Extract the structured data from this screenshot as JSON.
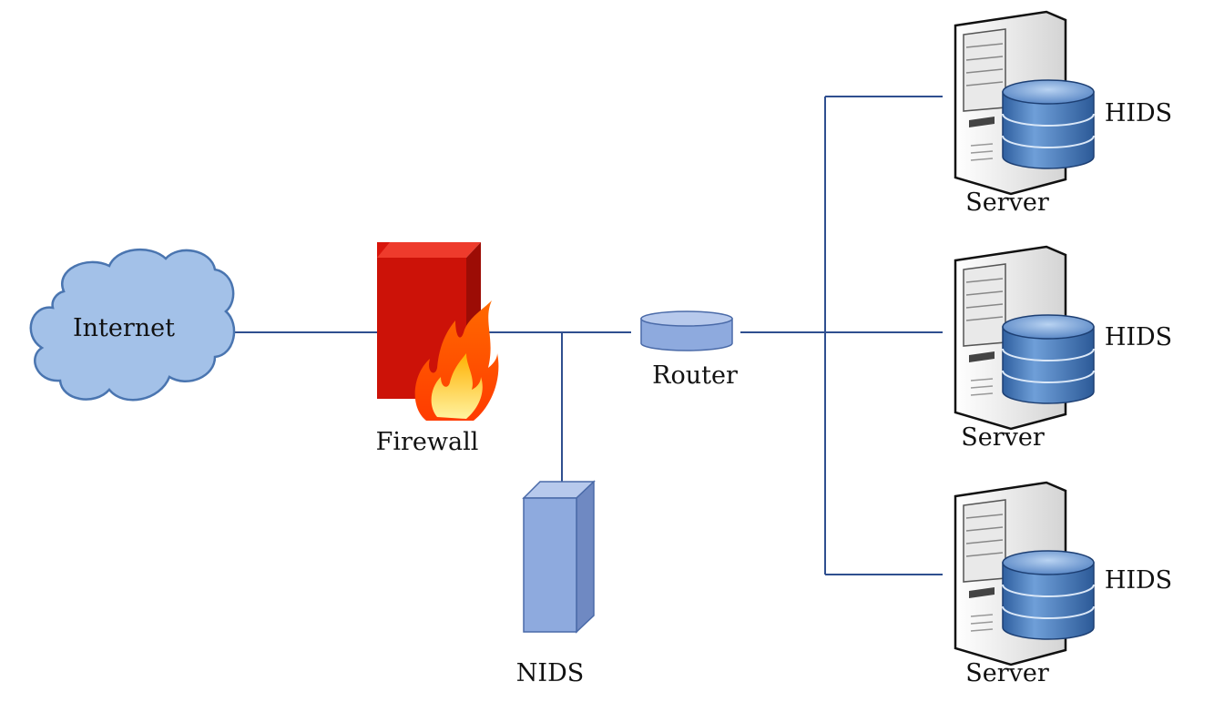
{
  "nodes": {
    "internet": {
      "label": "Internet"
    },
    "firewall": {
      "label": "Firewall"
    },
    "nids": {
      "label": "NIDS"
    },
    "router": {
      "label": "Router"
    },
    "servers": [
      {
        "label": "Server",
        "hids_label": "HIDS"
      },
      {
        "label": "Server",
        "hids_label": "HIDS"
      },
      {
        "label": "Server",
        "hids_label": "HIDS"
      }
    ]
  },
  "colors": {
    "link": "#2f4f8f",
    "cloud": "#a3c1e8",
    "firewall": "#d8150b",
    "nids": "#8eaade",
    "router": "#8eaade",
    "database": "#5a88c6"
  }
}
